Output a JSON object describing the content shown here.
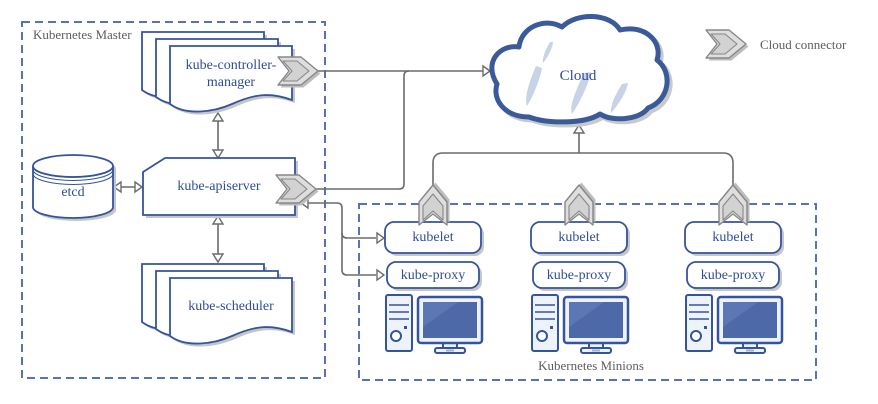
{
  "master": {
    "label": "Kubernetes Master",
    "controller_manager_line1": "kube-controller-",
    "controller_manager_line2": "manager",
    "etcd": "etcd",
    "apiserver": "kube-apiserver",
    "scheduler": "kube-scheduler"
  },
  "cloud": {
    "label": "Cloud"
  },
  "legend": {
    "cloud_connector": "Cloud connector"
  },
  "minions": {
    "label": "Kubernetes Minions",
    "nodes": [
      {
        "kubelet": "kubelet",
        "proxy": "kube-proxy"
      },
      {
        "kubelet": "kubelet",
        "proxy": "kube-proxy"
      },
      {
        "kubelet": "kubelet",
        "proxy": "kube-proxy"
      }
    ]
  },
  "colors": {
    "node_border": "#34549d",
    "node_text": "#2e4d96",
    "line": "#6b6b6b",
    "dashed_border": "#5872b5",
    "label_text": "#5d5d5d",
    "connector_fill": "#dcdcdc",
    "connector_stroke": "#878787",
    "screen_fill": "#4d69a7",
    "cloud_highlight": "#c9d3e8"
  }
}
